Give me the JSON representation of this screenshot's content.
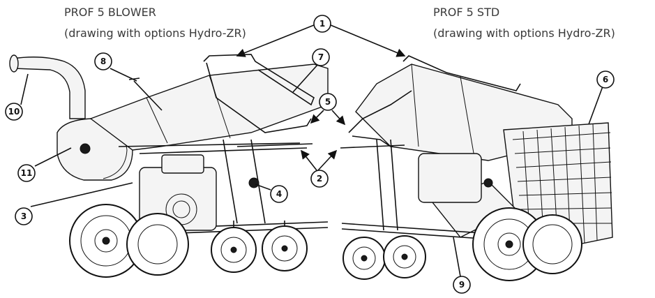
{
  "titles": {
    "left_title": "PROF 5 BLOWER",
    "left_subtitle": "(drawing with options Hydro-ZR)",
    "right_title": "PROF 5 STD",
    "right_subtitle": "(drawing with options Hydro-ZR)"
  },
  "callouts": [
    "1",
    "2",
    "3",
    "4",
    "5",
    "6",
    "7",
    "8",
    "9",
    "10",
    "11"
  ]
}
